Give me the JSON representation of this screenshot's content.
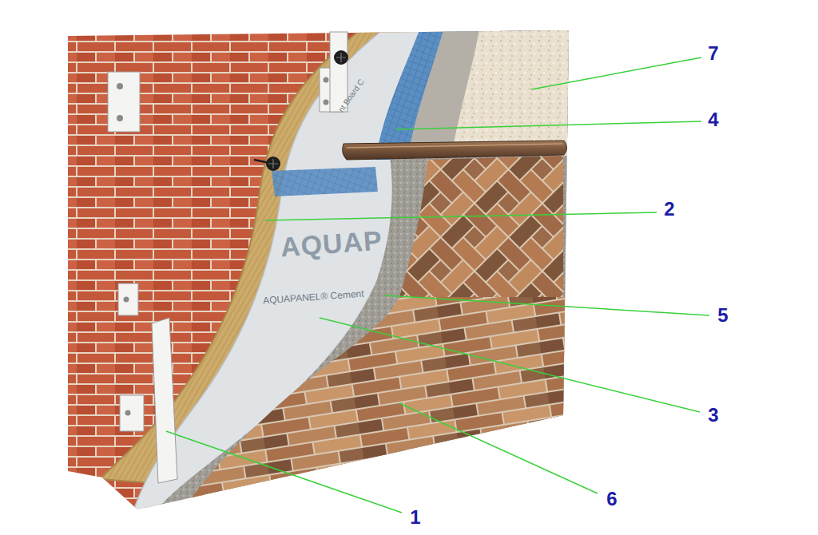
{
  "diagram": {
    "labels": [
      "7",
      "4",
      "2",
      "5",
      "3",
      "6",
      "1",
      "AQUAP",
      "AQUAPANEL® Cement",
      "nt Board C"
    ]
  }
}
